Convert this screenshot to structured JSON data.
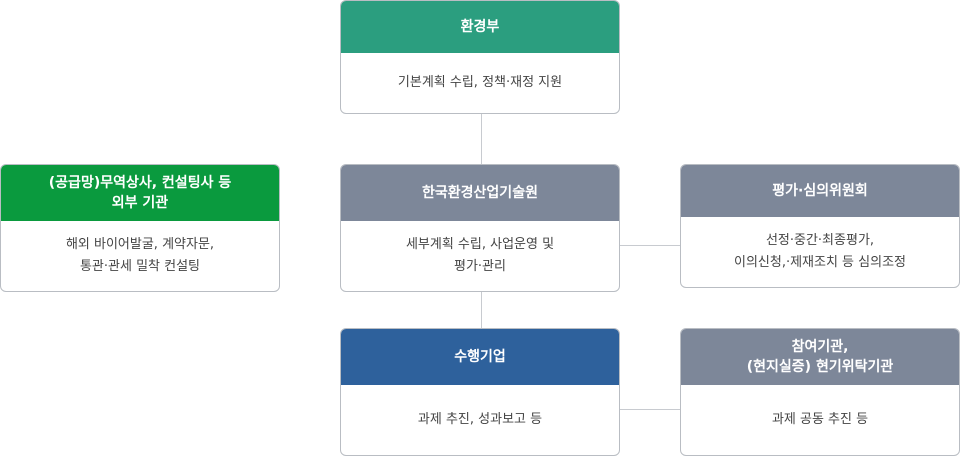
{
  "nodes": {
    "moe": {
      "title": "환경부",
      "desc": "기본계획 수립, 정책·재정 지원",
      "color": "#2b9e7f"
    },
    "keiti": {
      "title": "한국환경산업기술원",
      "desc": "세부계획 수립, 사업운영 및\n평가·관리",
      "color": "#7d8799"
    },
    "external": {
      "title": "(공급망)무역상사, 컨설팅사 등\n외부 기관",
      "desc": "해외 바이어발굴, 계약자문,\n통관·관세 밀착 컨설팅",
      "color": "#0a9a3e"
    },
    "committee": {
      "title": "평가·심의위원회",
      "desc": "선정·중간·최종평가,\n이의신청,·제재조치 등 심의조정",
      "color": "#7d8799"
    },
    "company": {
      "title": "수행기업",
      "desc": "과제 추진, 성과보고 등",
      "color": "#2e619c"
    },
    "partner": {
      "title": "참여기관,\n(현지실증) 현기위탁기관",
      "desc": "과제 공동 추진 등",
      "color": "#7d8799"
    }
  }
}
